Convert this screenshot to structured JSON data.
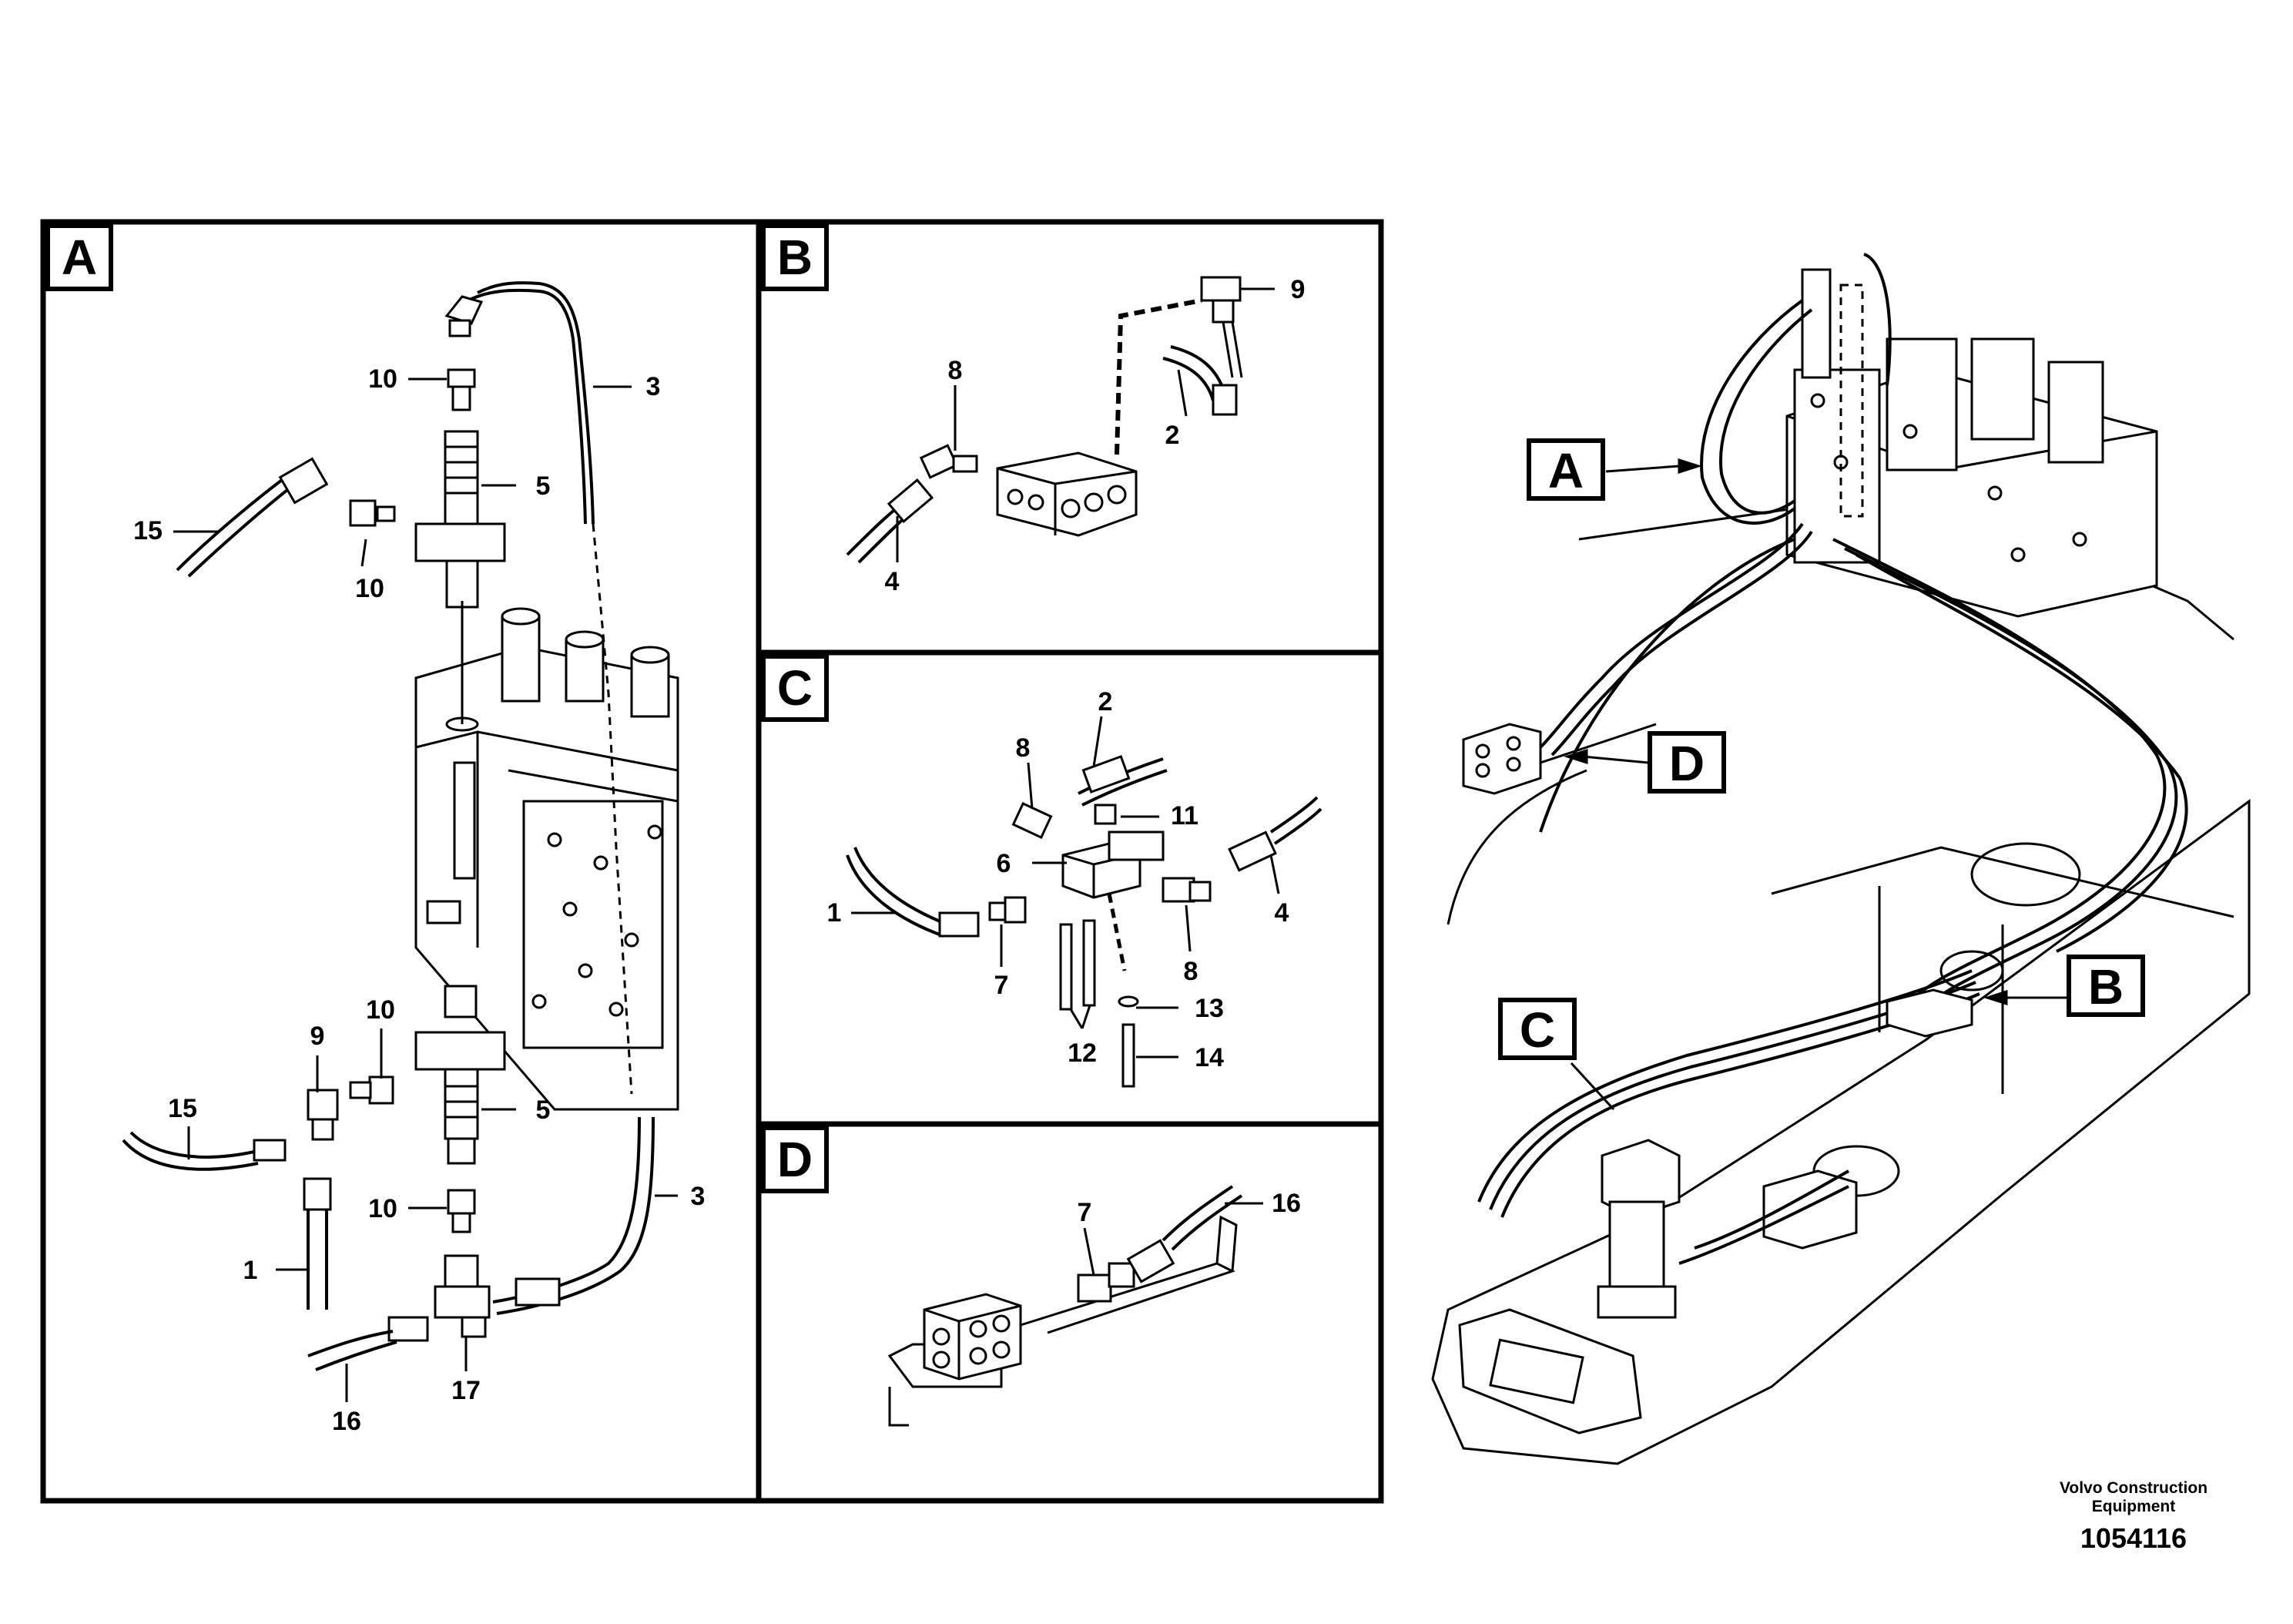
{
  "panels": [
    {
      "id": "A",
      "label": "A"
    },
    {
      "id": "B",
      "label": "B"
    },
    {
      "id": "C",
      "label": "C"
    },
    {
      "id": "D",
      "label": "D"
    }
  ],
  "overview_labels": {
    "A": "A",
    "B": "B",
    "C": "C",
    "D": "D"
  },
  "callouts": {
    "A": [
      "10",
      "3",
      "5",
      "15",
      "10",
      "10",
      "9",
      "15",
      "5",
      "10",
      "3",
      "1",
      "17",
      "16"
    ],
    "B": [
      "9",
      "8",
      "2",
      "4"
    ],
    "C": [
      "2",
      "8",
      "11",
      "6",
      "4",
      "1",
      "7",
      "8",
      "13",
      "12",
      "14"
    ],
    "D": [
      "7",
      "16"
    ]
  },
  "footer": {
    "company_line1": "Volvo Construction",
    "company_line2": "Equipment",
    "drawing_number": "1054116"
  },
  "colors": {
    "ink": "#000000",
    "paper": "#ffffff"
  }
}
